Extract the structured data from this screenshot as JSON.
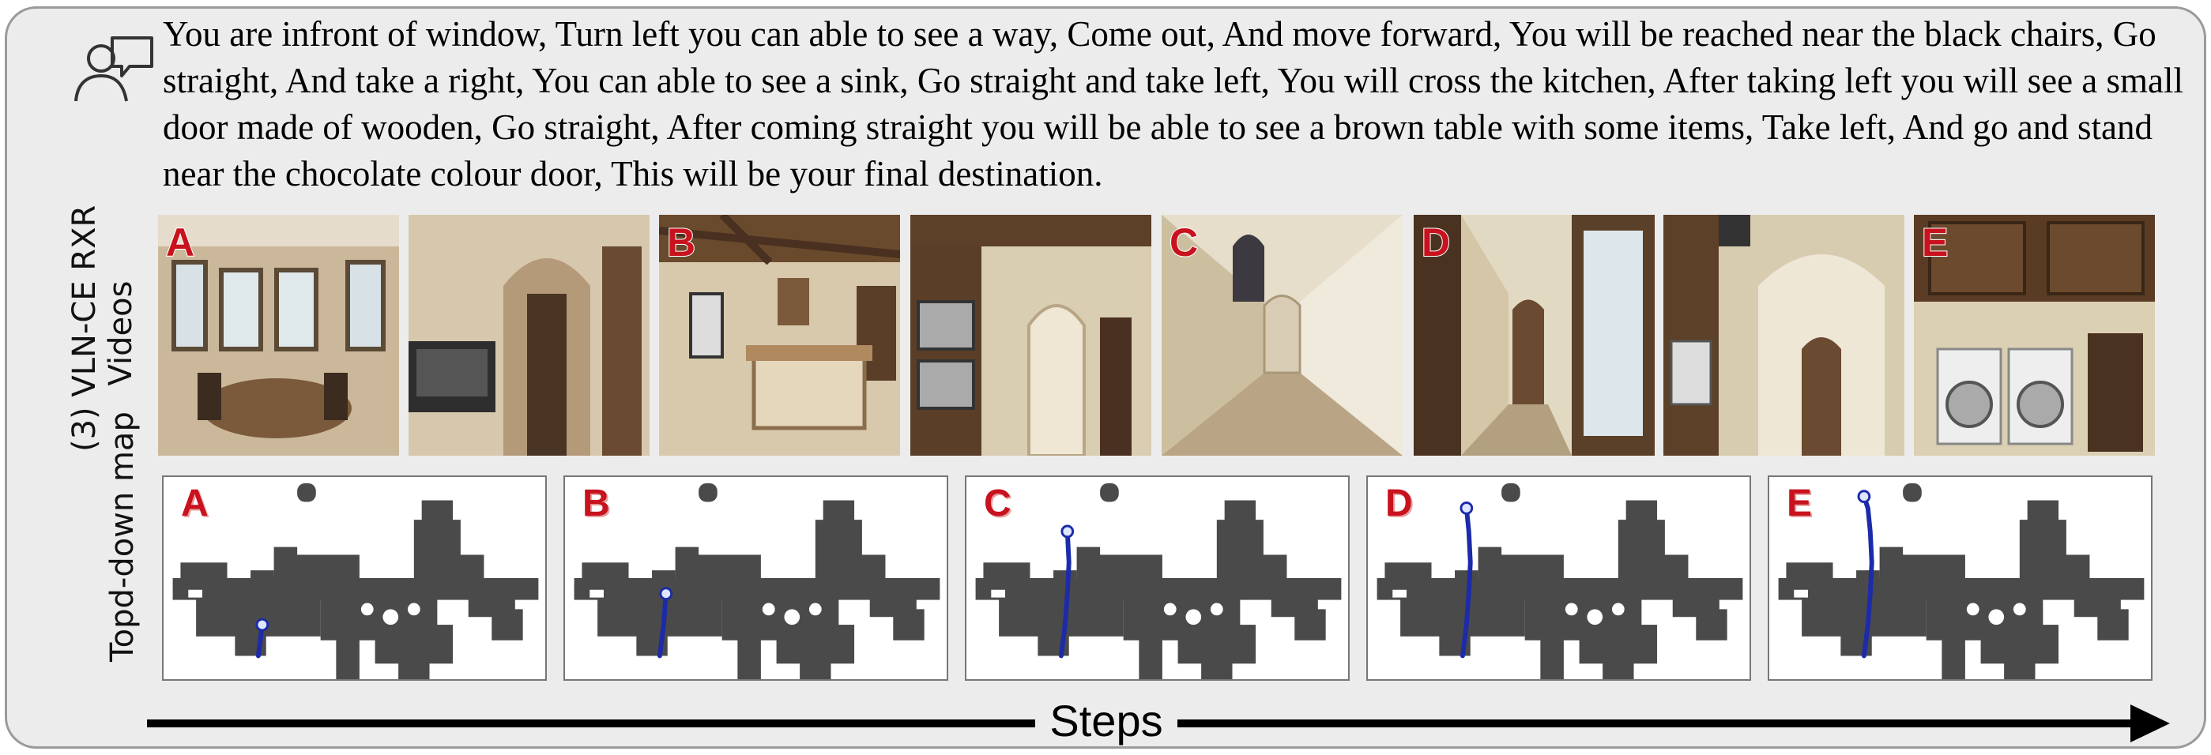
{
  "instruction": "You are infront of window, Turn left you can able to see a way, Come out, And move forward, You will be reached near the black chairs, Go straight, And take a right, You can able to see a sink, Go straight and take left, You will cross the kitchen, After taking left you will see a small door made of wooden, Go straight, After coming straight you will be able to see a brown table with some items, Take left, And go and stand near the chocolate colour door, This will be your final destination.",
  "side_labels": {
    "videos_line1": "(3) VLN-CE RXR",
    "videos_line2": "Videos",
    "map_line": "Topd-down map"
  },
  "video_frames": [
    {
      "letter": "A",
      "scene": "bay window dining room"
    },
    {
      "letter": "",
      "scene": "arched doorway with oven"
    },
    {
      "letter": "B",
      "scene": "kitchen with island"
    },
    {
      "letter": "",
      "scene": "double oven and arched hall"
    },
    {
      "letter": "C",
      "scene": "long arched corridor"
    },
    {
      "letter": "D",
      "scene": "narrow hallway with window"
    },
    {
      "letter": "",
      "scene": "laundry doorway"
    },
    {
      "letter": "E",
      "scene": "laundry room with washers"
    }
  ],
  "map_panels": [
    {
      "letter": "A",
      "progress": 0.15
    },
    {
      "letter": "B",
      "progress": 0.35
    },
    {
      "letter": "C",
      "progress": 0.6
    },
    {
      "letter": "D",
      "progress": 0.8
    },
    {
      "letter": "E",
      "progress": 1.0
    }
  ],
  "steps_label": "Steps",
  "colors": {
    "letter_red": "#c8121e",
    "path_blue": "#1c2ba8",
    "floor_gray": "#4a4a4a"
  }
}
